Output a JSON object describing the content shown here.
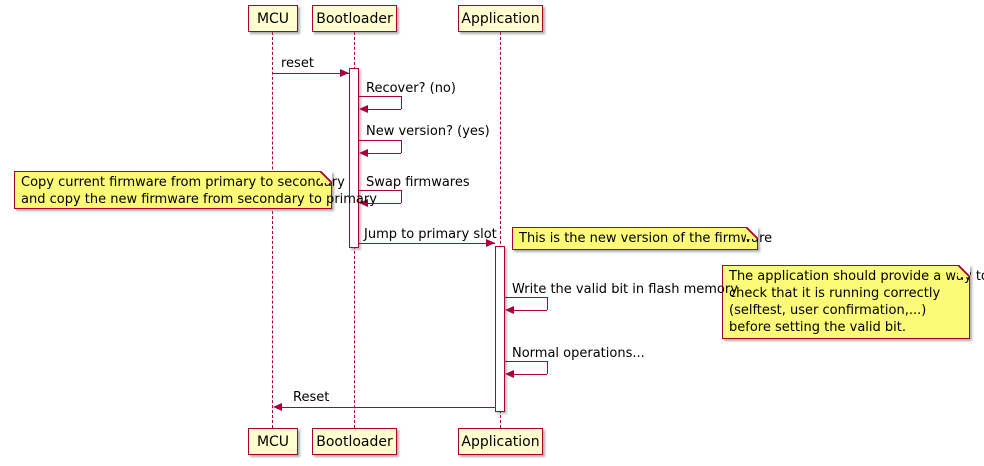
{
  "diagram": {
    "type": "sequence-diagram",
    "participants": [
      {
        "label": "MCU"
      },
      {
        "label": "Bootloader"
      },
      {
        "label": "Application"
      }
    ],
    "messages": [
      {
        "label": "reset",
        "from": "MCU",
        "to": "Bootloader"
      },
      {
        "label": "Recover? (no)",
        "from": "Bootloader",
        "to": "Bootloader"
      },
      {
        "label": "New version? (yes)",
        "from": "Bootloader",
        "to": "Bootloader"
      },
      {
        "label": "Swap firmwares",
        "from": "Bootloader",
        "to": "Bootloader"
      },
      {
        "label": "Jump to primary slot",
        "from": "Bootloader",
        "to": "Application"
      },
      {
        "label": "Write the valid bit in flash memory",
        "from": "Application",
        "to": "Application"
      },
      {
        "label": "Normal operations...",
        "from": "Application",
        "to": "Application"
      },
      {
        "label": "Reset",
        "from": "Application",
        "to": "MCU"
      }
    ],
    "notes": [
      {
        "lines": [
          "Copy current firmware from primary to secondary",
          "and copy the new firmware from secondary to primary"
        ]
      },
      {
        "lines": [
          "This is the new version of the firmware"
        ]
      },
      {
        "lines": [
          "The application should provide a way to",
          "check that it is running correctly",
          "(selftest, user confirmation,...)",
          "before setting the valid bit."
        ]
      }
    ],
    "colors": {
      "border": "#A80036",
      "participant_fill": "#FEFECE",
      "note_fill": "#FBFB77",
      "activation_fill": "#FFFFFF",
      "text": "#000000"
    }
  }
}
